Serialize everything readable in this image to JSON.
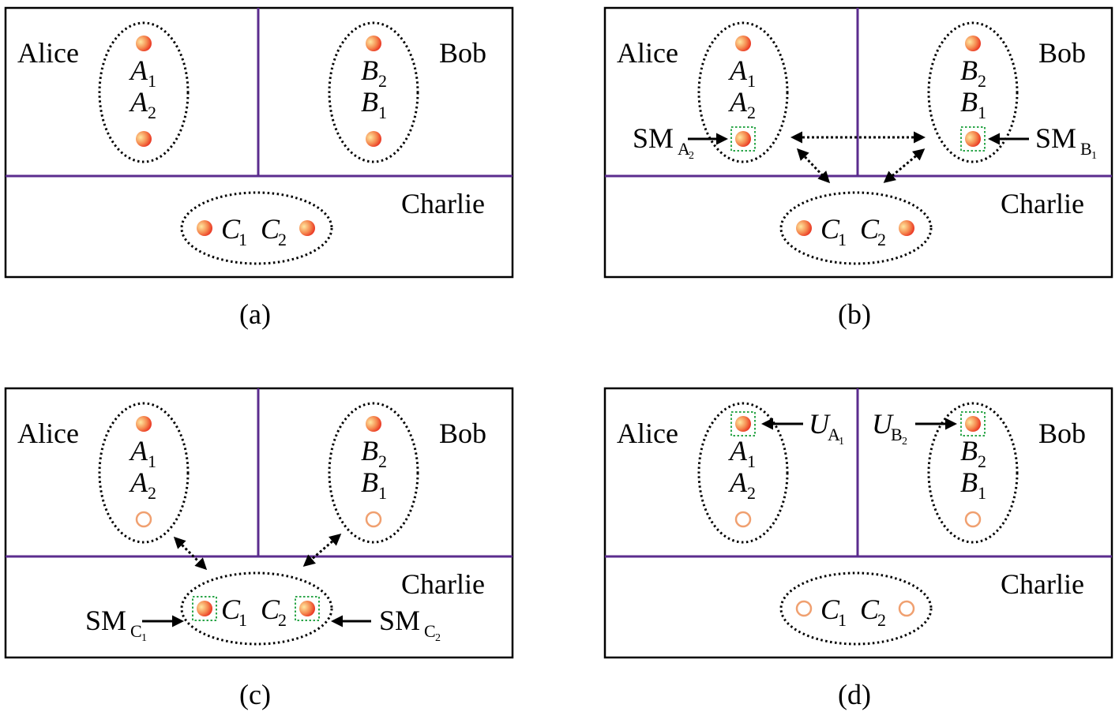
{
  "colors": {
    "frame": "#000000",
    "divider": "#5b2c8e",
    "qubit": "#f04a2e",
    "qubit_highlight": "#ffe7a0",
    "measured": "#f0a070",
    "measure_box": "#2ca64a"
  },
  "panels": [
    {
      "caption": "(a)",
      "alice": "Alice",
      "bob": "Bob",
      "charlie": "Charlie",
      "alice_labels": [
        {
          "base": "A",
          "sub": "1"
        },
        {
          "base": "A",
          "sub": "2"
        }
      ],
      "bob_labels": [
        {
          "base": "B",
          "sub": "2"
        },
        {
          "base": "B",
          "sub": "1"
        }
      ],
      "charlie_labels": [
        {
          "base": "C",
          "sub": "1"
        },
        {
          "base": "C",
          "sub": "2"
        }
      ]
    },
    {
      "caption": "(b)",
      "alice": "Alice",
      "bob": "Bob",
      "charlie": "Charlie",
      "alice_labels": [
        {
          "base": "A",
          "sub": "1"
        },
        {
          "base": "A",
          "sub": "2"
        }
      ],
      "bob_labels": [
        {
          "base": "B",
          "sub": "2"
        },
        {
          "base": "B",
          "sub": "1"
        }
      ],
      "charlie_labels": [
        {
          "base": "C",
          "sub": "1"
        },
        {
          "base": "C",
          "sub": "2"
        }
      ],
      "ops": [
        {
          "base": "SM",
          "sub": "A",
          "subsub": "2"
        },
        {
          "base": "SM",
          "sub": "B",
          "subsub": "1"
        }
      ]
    },
    {
      "caption": "(c)",
      "alice": "Alice",
      "bob": "Bob",
      "charlie": "Charlie",
      "alice_labels": [
        {
          "base": "A",
          "sub": "1"
        },
        {
          "base": "A",
          "sub": "2"
        }
      ],
      "bob_labels": [
        {
          "base": "B",
          "sub": "2"
        },
        {
          "base": "B",
          "sub": "1"
        }
      ],
      "charlie_labels": [
        {
          "base": "C",
          "sub": "1"
        },
        {
          "base": "C",
          "sub": "2"
        }
      ],
      "ops": [
        {
          "base": "SM",
          "sub": "C",
          "subsub": "1"
        },
        {
          "base": "SM",
          "sub": "C",
          "subsub": "2"
        }
      ]
    },
    {
      "caption": "(d)",
      "alice": "Alice",
      "bob": "Bob",
      "charlie": "Charlie",
      "alice_labels": [
        {
          "base": "A",
          "sub": "1"
        },
        {
          "base": "A",
          "sub": "2"
        }
      ],
      "bob_labels": [
        {
          "base": "B",
          "sub": "2"
        },
        {
          "base": "B",
          "sub": "1"
        }
      ],
      "charlie_labels": [
        {
          "base": "C",
          "sub": "1"
        },
        {
          "base": "C",
          "sub": "2"
        }
      ],
      "ops": [
        {
          "base": "U",
          "sub": "A",
          "subsub": "1"
        },
        {
          "base": "U",
          "sub": "B",
          "subsub": "2"
        }
      ]
    }
  ]
}
